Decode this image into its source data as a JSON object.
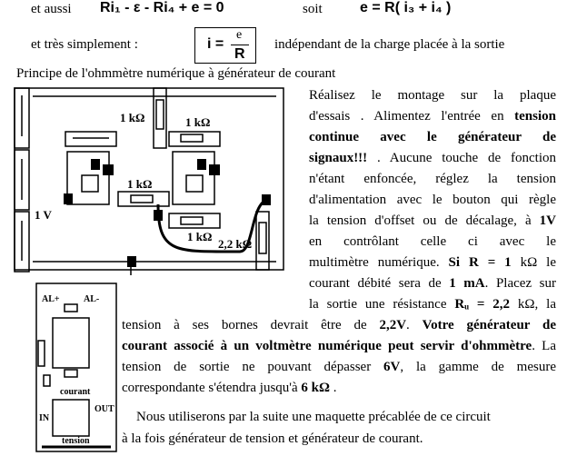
{
  "equations": {
    "line1_prefix": "et aussi",
    "line1_eq": "Ri₁ - ε - Ri₄ + e = 0",
    "line1_soit": "soit",
    "line1_eq2": "e = R( i₃ + i₄ )",
    "line2_prefix": "et  très simplement :",
    "formula_lhs": "i =",
    "formula_num": "e",
    "formula_den": "R",
    "line2_suffix": "indépendant de la charge placée à la sortie"
  },
  "section_title": "Principe de l'ohmmètre numérique à générateur de courant",
  "breadboard": {
    "labels": [
      "1 kΩ",
      "1 kΩ",
      "1 kΩ",
      "1 kΩ",
      "1 V",
      "2,2 kΩ"
    ]
  },
  "module": {
    "labels": [
      "AL+",
      "AL-",
      "courant",
      "OUT",
      "IN",
      "tension"
    ]
  },
  "paragraph1": [
    [
      "Réalisez le montage sur la plaque"
    ],
    [
      "d'essais . Alimentez l'entrée en ",
      "tension"
    ],
    [
      "",
      "continue avec le générateur de"
    ],
    [
      "",
      "signaux!!!",
      " . Aucune touche de fonction"
    ],
    [
      "n'étant enfoncée, réglez la tension"
    ],
    [
      "d'alimentation avec le bouton qui règle"
    ],
    [
      "la tension d'offset ou de décalage, à ",
      "1V"
    ],
    [
      "en contrôlant celle ci avec le"
    ],
    [
      "multimètre numérique. ",
      "Si R = 1",
      " kΩ le"
    ],
    [
      "courant débité sera de ",
      "1 mA",
      ". Placez sur"
    ],
    [
      "la sortie une résistance ",
      "Rᵤ = 2,2",
      " kΩ, la"
    ]
  ],
  "paragraph1_full": [
    [
      "tension à ses bornes devrait être de ",
      "2,2V",
      ". ",
      "Votre générateur de"
    ],
    [
      "",
      "courant associé à un voltmètre numérique peut servir d'ohmmètre",
      ".",
      " La"
    ],
    [
      "tension de sortie ne pouvant dépasser ",
      "6V",
      ", la gamme de mesure"
    ],
    [
      "correspondante s'étendra jusqu'à ",
      "6 kΩ",
      " ."
    ]
  ],
  "paragraph2": [
    "Nous utiliserons par la suite une maquette précablée de ce circuit",
    "à la fois générateur de tension et générateur de courant."
  ]
}
